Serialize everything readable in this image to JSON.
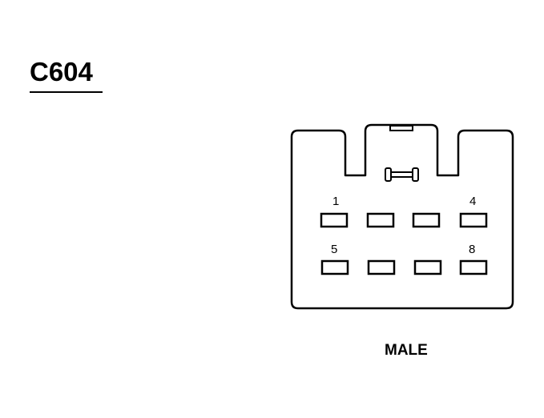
{
  "connector": {
    "id": "C604",
    "view": "MALE",
    "pin_labels": {
      "pin_1": "1",
      "pin_4": "4",
      "pin_5": "5",
      "pin_8": "8"
    }
  },
  "colors": {
    "line": "#000000",
    "background": "#ffffff"
  }
}
